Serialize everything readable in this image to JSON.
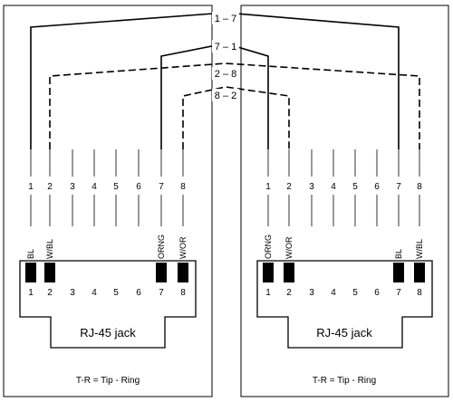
{
  "pins": [
    "1",
    "2",
    "3",
    "4",
    "5",
    "6",
    "7",
    "8"
  ],
  "left_panel": {
    "colors": [
      {
        "pin_index": 0,
        "label": "BL"
      },
      {
        "pin_index": 1,
        "label": "W/BL"
      },
      {
        "pin_index": 6,
        "label": "ORNG"
      },
      {
        "pin_index": 7,
        "label": "W/OR"
      }
    ],
    "jack_label": "RJ-45 jack",
    "legend": "T-R = Tip - Ring"
  },
  "right_panel": {
    "colors": [
      {
        "pin_index": 0,
        "label": "ORNG"
      },
      {
        "pin_index": 1,
        "label": "W/OR"
      },
      {
        "pin_index": 6,
        "label": "BL"
      },
      {
        "pin_index": 7,
        "label": "W/BL"
      }
    ],
    "jack_label": "RJ-45 jack",
    "legend": "T-R = Tip - Ring"
  },
  "crossovers": [
    {
      "label": "1 – 7",
      "from": 0,
      "to": 6,
      "style": "solid"
    },
    {
      "label": "7 – 1",
      "from": 6,
      "to": 0,
      "style": "solid"
    },
    {
      "label": "2 – 8",
      "from": 1,
      "to": 7,
      "style": "dashed"
    },
    {
      "label": "8 – 2",
      "from": 7,
      "to": 1,
      "style": "dashed"
    }
  ]
}
